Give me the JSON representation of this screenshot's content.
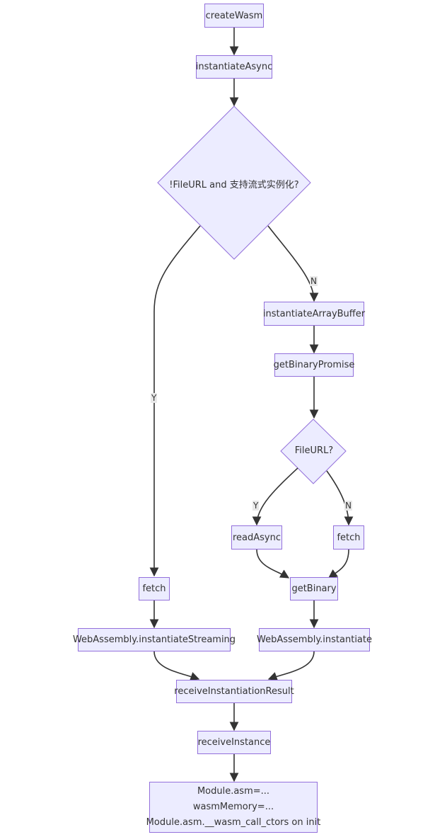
{
  "nodes": {
    "createWasm": "createWasm",
    "instantiateAsync": "instantiateAsync",
    "decision1": "!FileURL and 支持流式实例化?",
    "instantiateArrayBuffer": "instantiateArrayBuffer",
    "getBinaryPromise": "getBinaryPromise",
    "decision2": "FileURL?",
    "readAsync": "readAsync",
    "fetchRight": "fetch",
    "fetchLeft": "fetch",
    "getBinary": "getBinary",
    "instantiateStreaming": "WebAssembly.instantiateStreaming",
    "instantiate": "WebAssembly.instantiate",
    "receiveInstantiationResult": "receiveInstantiationResult",
    "receiveInstance": "receiveInstance",
    "final": [
      "Module.asm=...",
      "wasmMemory=...",
      "Module.asm.__wasm_call_ctors on init"
    ]
  },
  "edge_labels": {
    "yes": "Y",
    "no": "N"
  },
  "colors": {
    "fill": "#ECECFF",
    "stroke": "#9370DB",
    "edge": "#333333"
  }
}
